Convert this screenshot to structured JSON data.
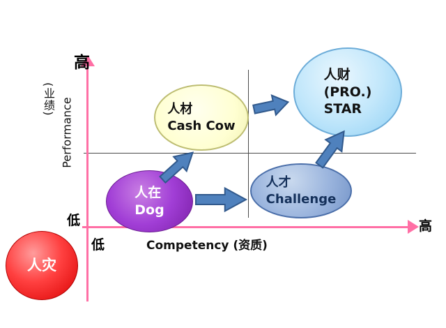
{
  "diagram": {
    "type": "talent-quadrant-matrix",
    "axes": {
      "y_high": "高",
      "y_low": "低",
      "x_low": "低",
      "x_high": "高",
      "y_name_en": "Performance",
      "y_name_cn": "(业绩)",
      "x_name": "Competency (资质)"
    },
    "bubbles": {
      "disaster": {
        "label_cn": "人灾"
      },
      "dog": {
        "label_cn": "人在",
        "label_en": "Dog"
      },
      "cash_cow": {
        "label_cn": "人材",
        "label_en": "Cash Cow"
      },
      "challenge": {
        "label_cn": "人才",
        "label_en": "Challenge"
      },
      "star": {
        "label_cn": "人财",
        "label_sub": "(PRO.)",
        "label_en": "STAR"
      }
    },
    "colors": {
      "axis_pink": "#ff6fa5",
      "quadrant_line": "#4a4a4a",
      "arrow_blue": "#4f81bd",
      "disaster_red": "#d90000",
      "dog_purple": "#8b2fc9",
      "cash_cow_yellow": "#ffffcc",
      "challenge_blue": "#8aa9d6",
      "star_blue": "#a6dcf7"
    }
  }
}
